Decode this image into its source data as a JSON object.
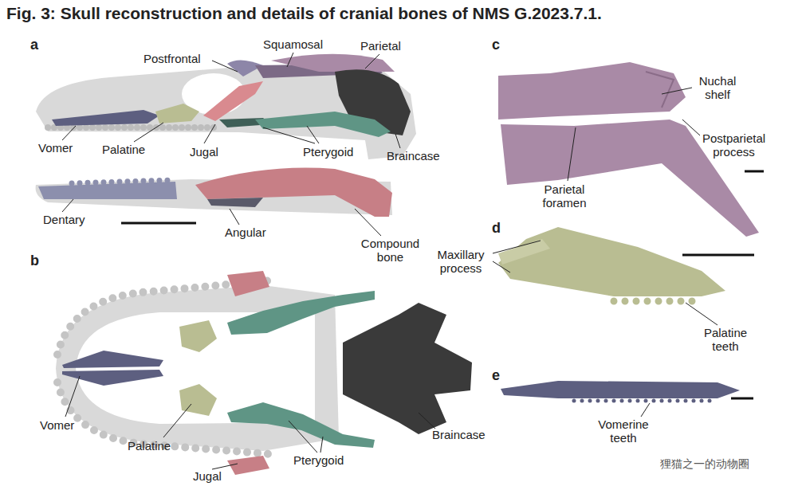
{
  "diagram": {
    "title": "Fig. 3: Skull reconstruction and details of cranial bones of NMS G.2023.7.1.",
    "labels": [
      "a",
      "Postfrontal",
      "Squamosal",
      "Parietal",
      "Vomer",
      "Palatine",
      "Jugal",
      "Pterygoid",
      "Braincase",
      "Dentary",
      "Angular",
      "Compound bone",
      "b",
      "Vomer",
      "Palatine",
      "Jugal",
      "Pterygoid",
      "Braincase",
      "c",
      "Nuchal shelf",
      "Postparietal process",
      "Parietal foramen",
      "d",
      "Maxillary process",
      "Palatine teeth",
      "e",
      "Vomerine teeth",
      "狸猫之一的动物圈"
    ]
  }
}
